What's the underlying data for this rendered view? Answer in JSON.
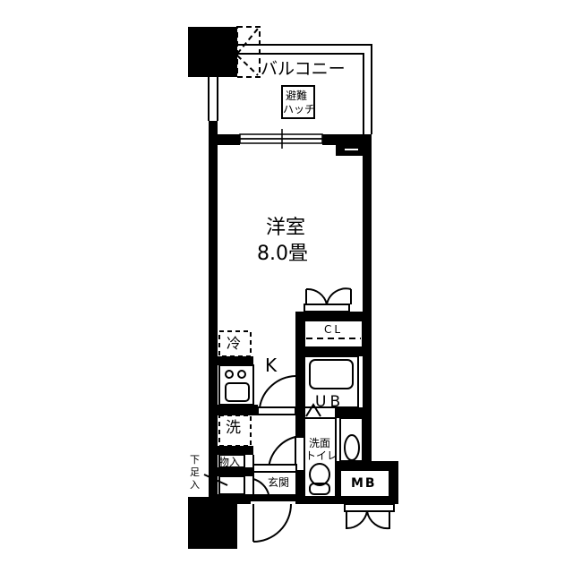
{
  "floorplan": {
    "balcony": {
      "label": "バルコニー"
    },
    "hatch": {
      "line1": "避難",
      "line2": "ハッチ"
    },
    "western_room": {
      "name": "洋室",
      "size": "8.0畳"
    },
    "closet": {
      "label": "CL"
    },
    "fridge": {
      "label": "冷"
    },
    "kitchen": {
      "label": "K"
    },
    "unit_bath": {
      "label": "UB"
    },
    "washer": {
      "label": "洗"
    },
    "washroom_toilet": {
      "line1": "洗面",
      "line2": "トイレ"
    },
    "storage": {
      "label": "物入"
    },
    "entrance": {
      "label": "玄関"
    },
    "shoe_box": {
      "line1": "下",
      "line2": "足",
      "line3": "入"
    },
    "meter_box": {
      "label": "MB"
    }
  }
}
